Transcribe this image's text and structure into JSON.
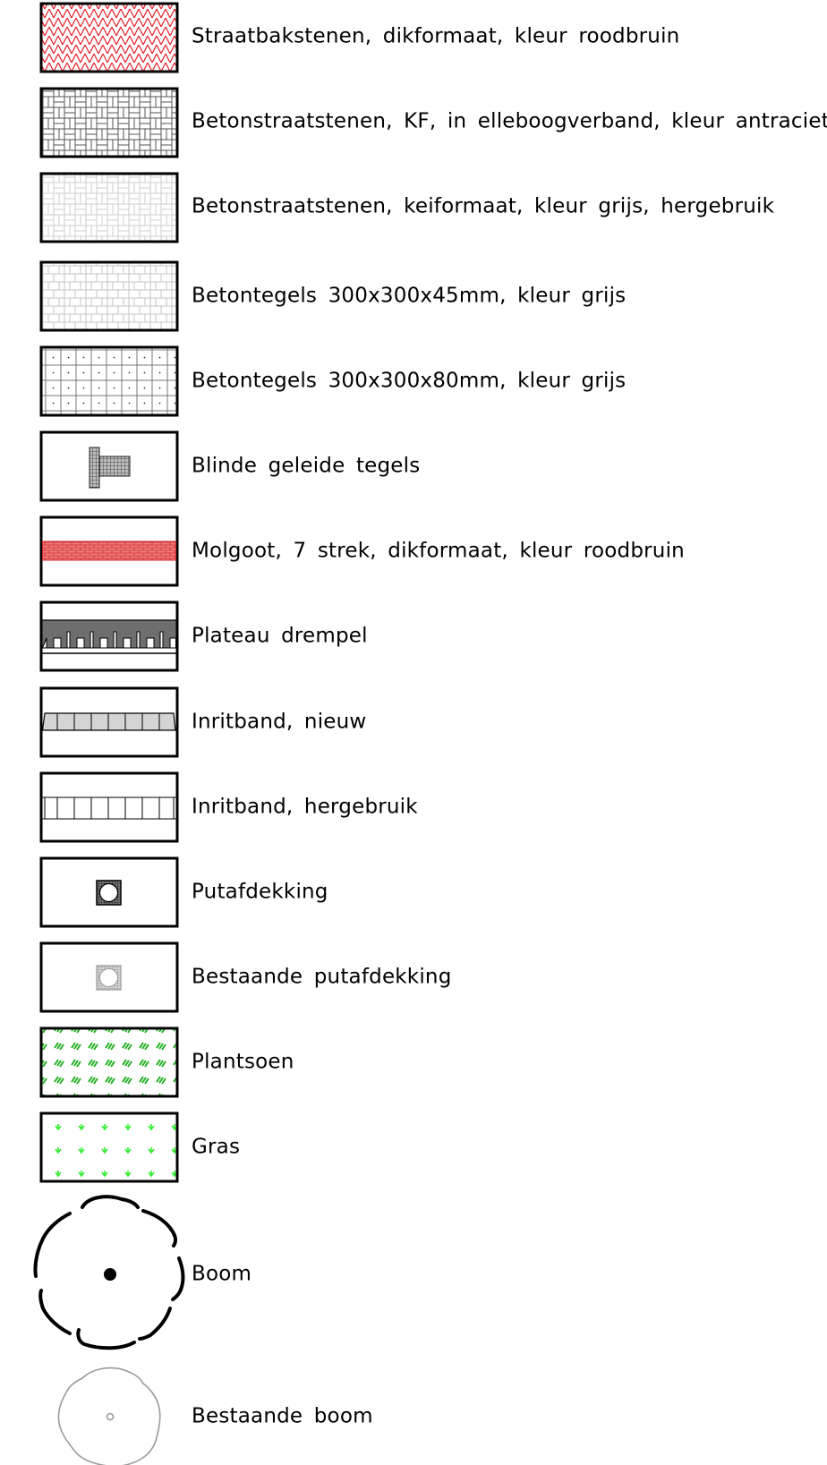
{
  "legend": {
    "items": [
      {
        "key": "straatbakstenen",
        "label": "Straatbakstenen, dikformaat, kleur roodbruin",
        "pattern": "herringbone-red"
      },
      {
        "key": "betonstraatstenen-kf",
        "label": "Betonstraatstenen, KF, in elleboogverband, kleur antraciet",
        "pattern": "herringbone-dark"
      },
      {
        "key": "betonstraatstenen-hergebruik",
        "label": "Betonstraatstenen, keiformaat, kleur grijs, hergebruik",
        "pattern": "herringbone-light"
      },
      {
        "key": "betontegels-45",
        "label": "Betontegels 300x300x45mm, kleur grijs",
        "pattern": "stretcher-grid"
      },
      {
        "key": "betontegels-80",
        "label": "Betontegels 300x300x80mm, kleur grijs",
        "pattern": "tile-grid-dots"
      },
      {
        "key": "blinde-geleide-tegels",
        "label": "Blinde geleide tegels",
        "pattern": "tactile-tiles"
      },
      {
        "key": "molgoot",
        "label": "Molgoot, 7 strek, dikformaat, kleur roodbruin",
        "pattern": "gutter-red"
      },
      {
        "key": "plateau-drempel",
        "label": "Plateau drempel",
        "pattern": "ramp-dark"
      },
      {
        "key": "inritband-nieuw",
        "label": "Inritband, nieuw",
        "pattern": "curb-new"
      },
      {
        "key": "inritband-hergebruik",
        "label": "Inritband, hergebruik",
        "pattern": "curb-reused"
      },
      {
        "key": "putafdekking",
        "label": "Putafdekking",
        "pattern": "manhole-new"
      },
      {
        "key": "bestaande-putafdekking",
        "label": "Bestaande putafdekking",
        "pattern": "manhole-existing"
      },
      {
        "key": "plantsoen",
        "label": "Plantsoen",
        "pattern": "planting"
      },
      {
        "key": "gras",
        "label": "Gras",
        "pattern": "grass"
      },
      {
        "key": "boom",
        "label": "Boom",
        "pattern": "tree-new"
      },
      {
        "key": "bestaande-boom",
        "label": "Bestaande boom",
        "pattern": "tree-existing"
      }
    ]
  },
  "colors": {
    "outline": "#000000",
    "brick_red": "#e8202a",
    "gutter_fill": "#f08080",
    "hatch_dark": "#555555",
    "hatch_light": "#c8c8c8",
    "ramp_fill": "#6e6e6e",
    "curb_fill": "#d4d4d4",
    "planting_green": "#22b022",
    "grass_green": "#33ee33",
    "existing_gray": "#9a9a9a"
  }
}
